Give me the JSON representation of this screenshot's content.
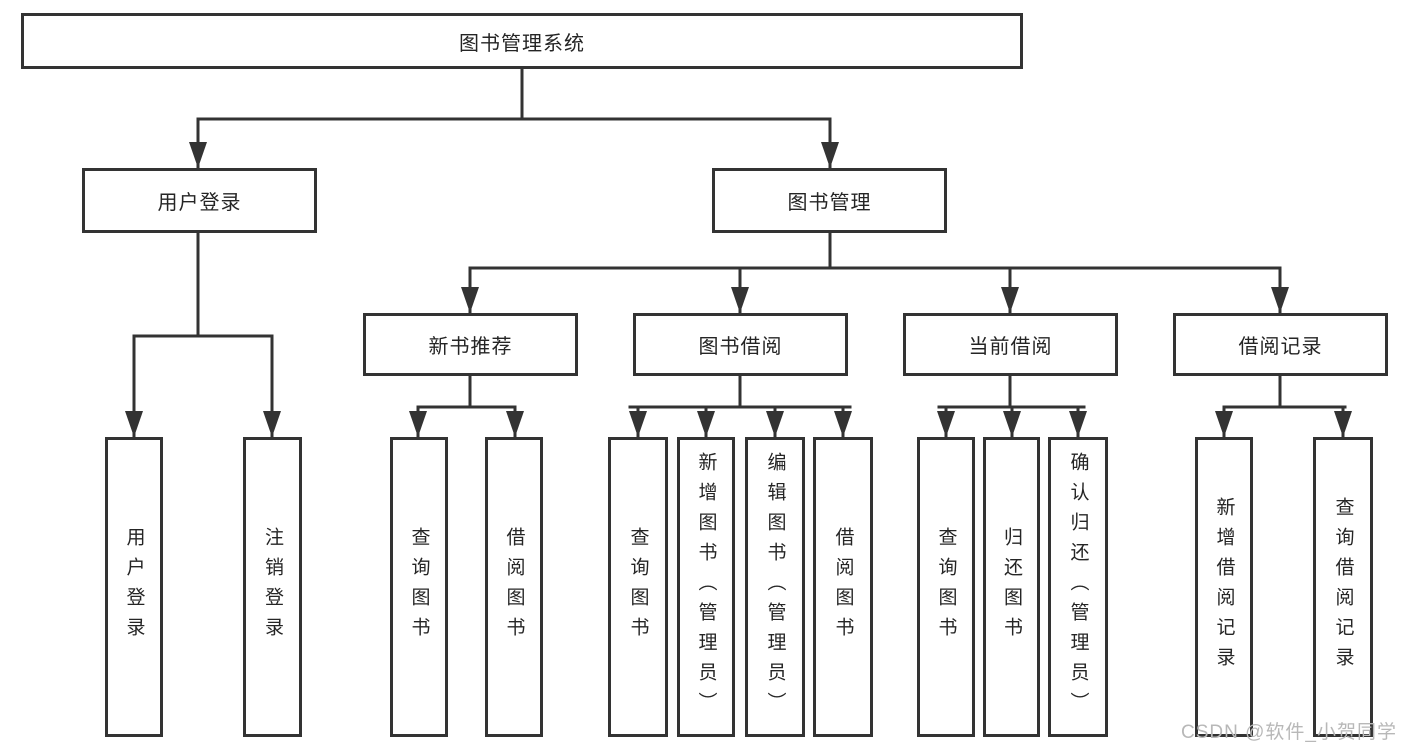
{
  "diagram": {
    "type": "hierarchy-tree",
    "tree": {
      "label": "图书管理系统",
      "children": [
        {
          "label": "用户登录",
          "children": [
            {
              "label": "用户登录"
            },
            {
              "label": "注销登录"
            }
          ]
        },
        {
          "label": "图书管理",
          "children": [
            {
              "label": "新书推荐",
              "children": [
                {
                  "label": "查询图书"
                },
                {
                  "label": "借阅图书"
                }
              ]
            },
            {
              "label": "图书借阅",
              "children": [
                {
                  "label": "查询图书"
                },
                {
                  "label": "新增图书（管理员）"
                },
                {
                  "label": "编辑图书（管理员）"
                },
                {
                  "label": "借阅图书"
                }
              ]
            },
            {
              "label": "当前借阅",
              "children": [
                {
                  "label": "查询图书"
                },
                {
                  "label": "归还图书"
                },
                {
                  "label": "确认归还（管理员）"
                }
              ]
            },
            {
              "label": "借阅记录",
              "children": [
                {
                  "label": "新增借阅记录"
                },
                {
                  "label": "查询借阅记录"
                }
              ]
            }
          ]
        }
      ]
    },
    "watermark": "CSDN @软件_小贺同学",
    "colors": {
      "line": "#333333",
      "box_border": "#333333",
      "box_background": "#ffffff",
      "text": "#252525",
      "watermark": "#b8b8b8",
      "background": "#ffffff"
    }
  }
}
